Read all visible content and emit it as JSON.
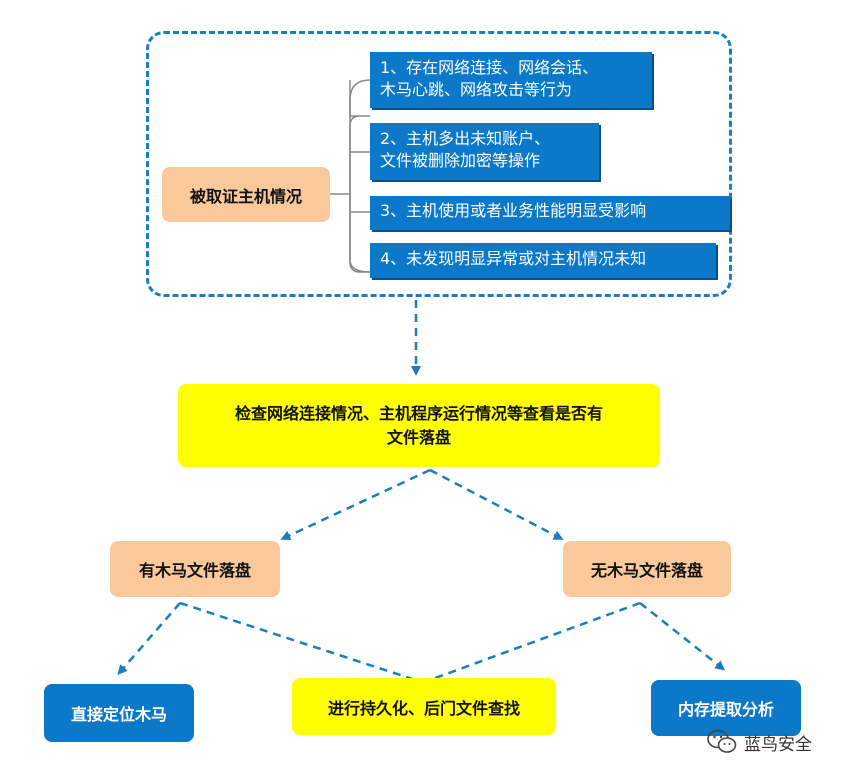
{
  "diagram": {
    "subject": "被取证主机情况",
    "conditions": [
      "1、存在网络连接、网络会话、木马心跳、网络攻击等行为",
      "2、主机多出未知账户、文件被删除加密等操作",
      "3、主机使用或者业务性能明显受影响",
      "4、未发现明显异常或对主机情况未知"
    ],
    "condition_lines": [
      [
        "1、存在网络连接、网络会话、",
        "木马心跳、网络攻击等行为"
      ],
      [
        "2、主机多出未知账户、",
        "文件被删除加密等操作"
      ]
    ],
    "check_step": "检查网络连接情况、主机程序运行情况等查看是否有文件落盘",
    "check_lines": [
      "检查网络连接情况、主机程序运行情况等查看是否有",
      "文件落盘"
    ],
    "branch_yes": "有木马文件落盘",
    "branch_no": "无木马文件落盘",
    "action_locate": "直接定位木马",
    "action_persist": "进行持久化、后门文件查找",
    "action_memory": "内存提取分析"
  },
  "watermark": {
    "text": "蓝鸟安全",
    "icon": "wechat-icon"
  },
  "colors": {
    "border_blue": "#1b7dc1",
    "orange": "#f9c89b",
    "yellow": "#ffff00",
    "blue": "#0b78c9"
  }
}
